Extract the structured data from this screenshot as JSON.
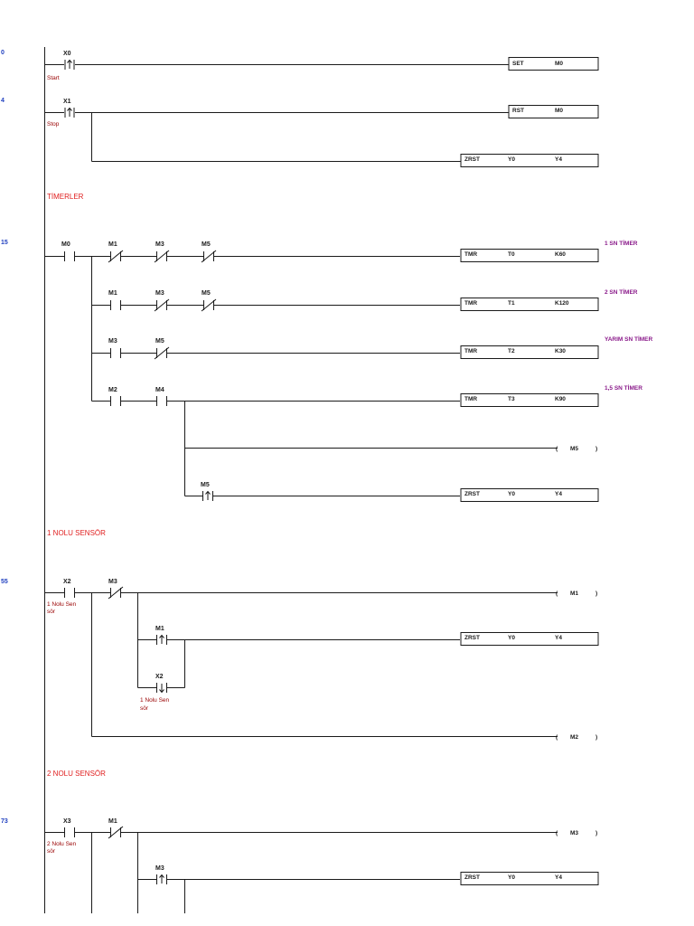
{
  "colors": {
    "line": "#1a1a1a",
    "step": "#1f3fbf",
    "section": "#e02020",
    "comment": "#990000",
    "sidenote": "#8a1a8a"
  },
  "steps": [
    "0",
    "4",
    "15",
    "55",
    "73"
  ],
  "sections": {
    "timerler": "TİMERLER",
    "sensor1": "1 NOLU SENSÖR",
    "sensor2": "2 NOLU SENSÖR"
  },
  "comments": {
    "start": "Start",
    "stop": "Stop",
    "s1_a": "1 Nolu Sen",
    "s1_b": "sör",
    "s2_a": "2 Nolu Sen",
    "s2_b": "sör"
  },
  "sidenotes": {
    "t1": "1 SN TİMER",
    "t2": "2 SN TİMER",
    "t3": "YARIM SN TİMER",
    "t4": "1,5 SN TİMER"
  },
  "contacts": {
    "x0": "X0",
    "x1": "X1",
    "m0": "M0",
    "m1": "M1",
    "m3": "M3",
    "m5": "M5",
    "m2": "M2",
    "m4": "M4",
    "x2": "X2",
    "x3": "X3"
  },
  "instructions": {
    "set": [
      "SET",
      "M0"
    ],
    "rst": [
      "RST",
      "M0"
    ],
    "zrst": [
      "ZRST",
      "Y0",
      "Y4"
    ],
    "tmr0": [
      "TMR",
      "T0",
      "K60"
    ],
    "tmr1": [
      "TMR",
      "T1",
      "K120"
    ],
    "tmr2": [
      "TMR",
      "T2",
      "K30"
    ],
    "tmr3": [
      "TMR",
      "T3",
      "K90"
    ]
  },
  "coils": {
    "m5": "M5",
    "m1": "M1",
    "m2": "M2",
    "m3": "M3"
  }
}
